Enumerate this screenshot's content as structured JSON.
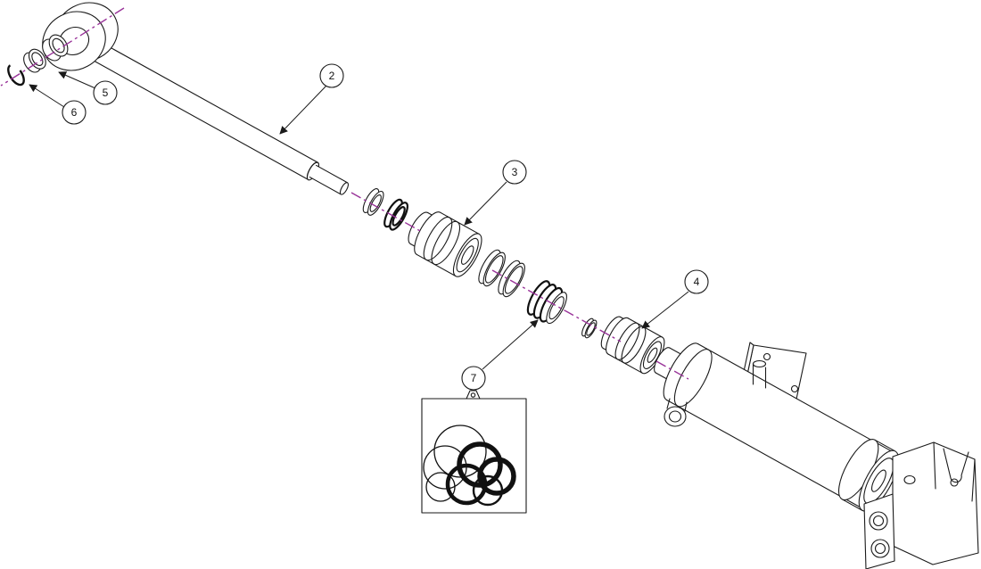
{
  "figure": {
    "background": "#ffffff",
    "line_color": "#1a1a1a",
    "centerline_color": "#993399"
  },
  "callouts": [
    {
      "label": "2"
    },
    {
      "label": "3"
    },
    {
      "label": "4"
    },
    {
      "label": "5"
    },
    {
      "label": "6"
    },
    {
      "label": "7"
    }
  ]
}
